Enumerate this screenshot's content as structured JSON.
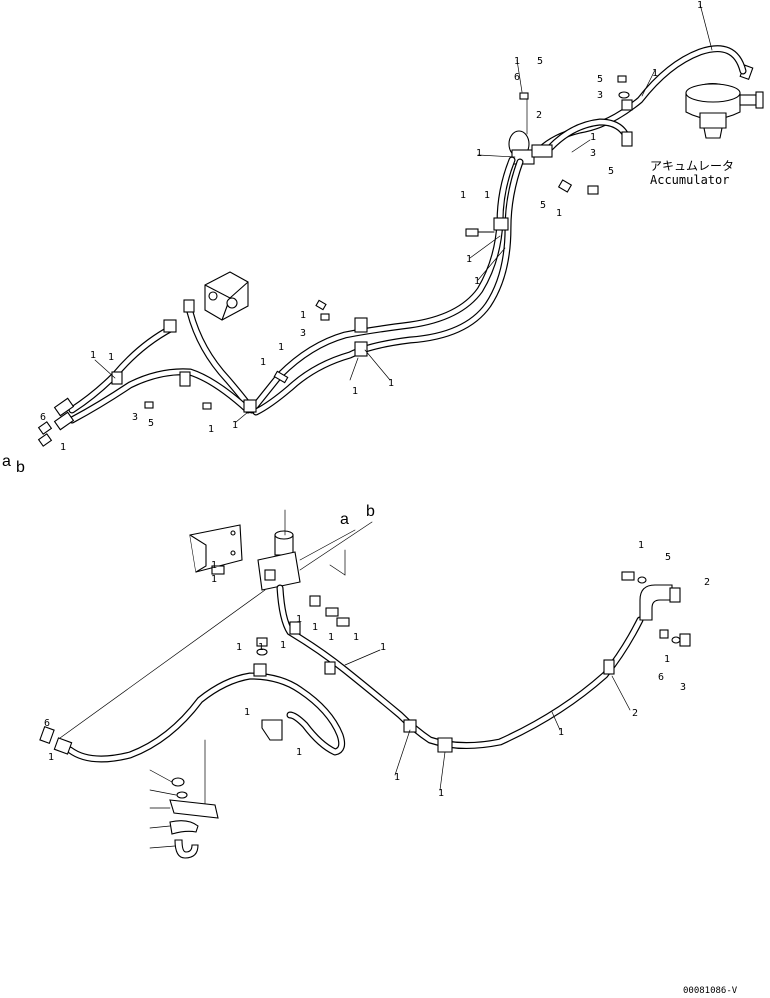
{
  "accumulator": {
    "label_jp": "アキュムレータ",
    "label_en": "Accumulator"
  },
  "connections": {
    "a": "a",
    "b": "b"
  },
  "callouts": [
    "1",
    "2",
    "3",
    "5",
    "6"
  ],
  "drawing_number": "00081086-V"
}
